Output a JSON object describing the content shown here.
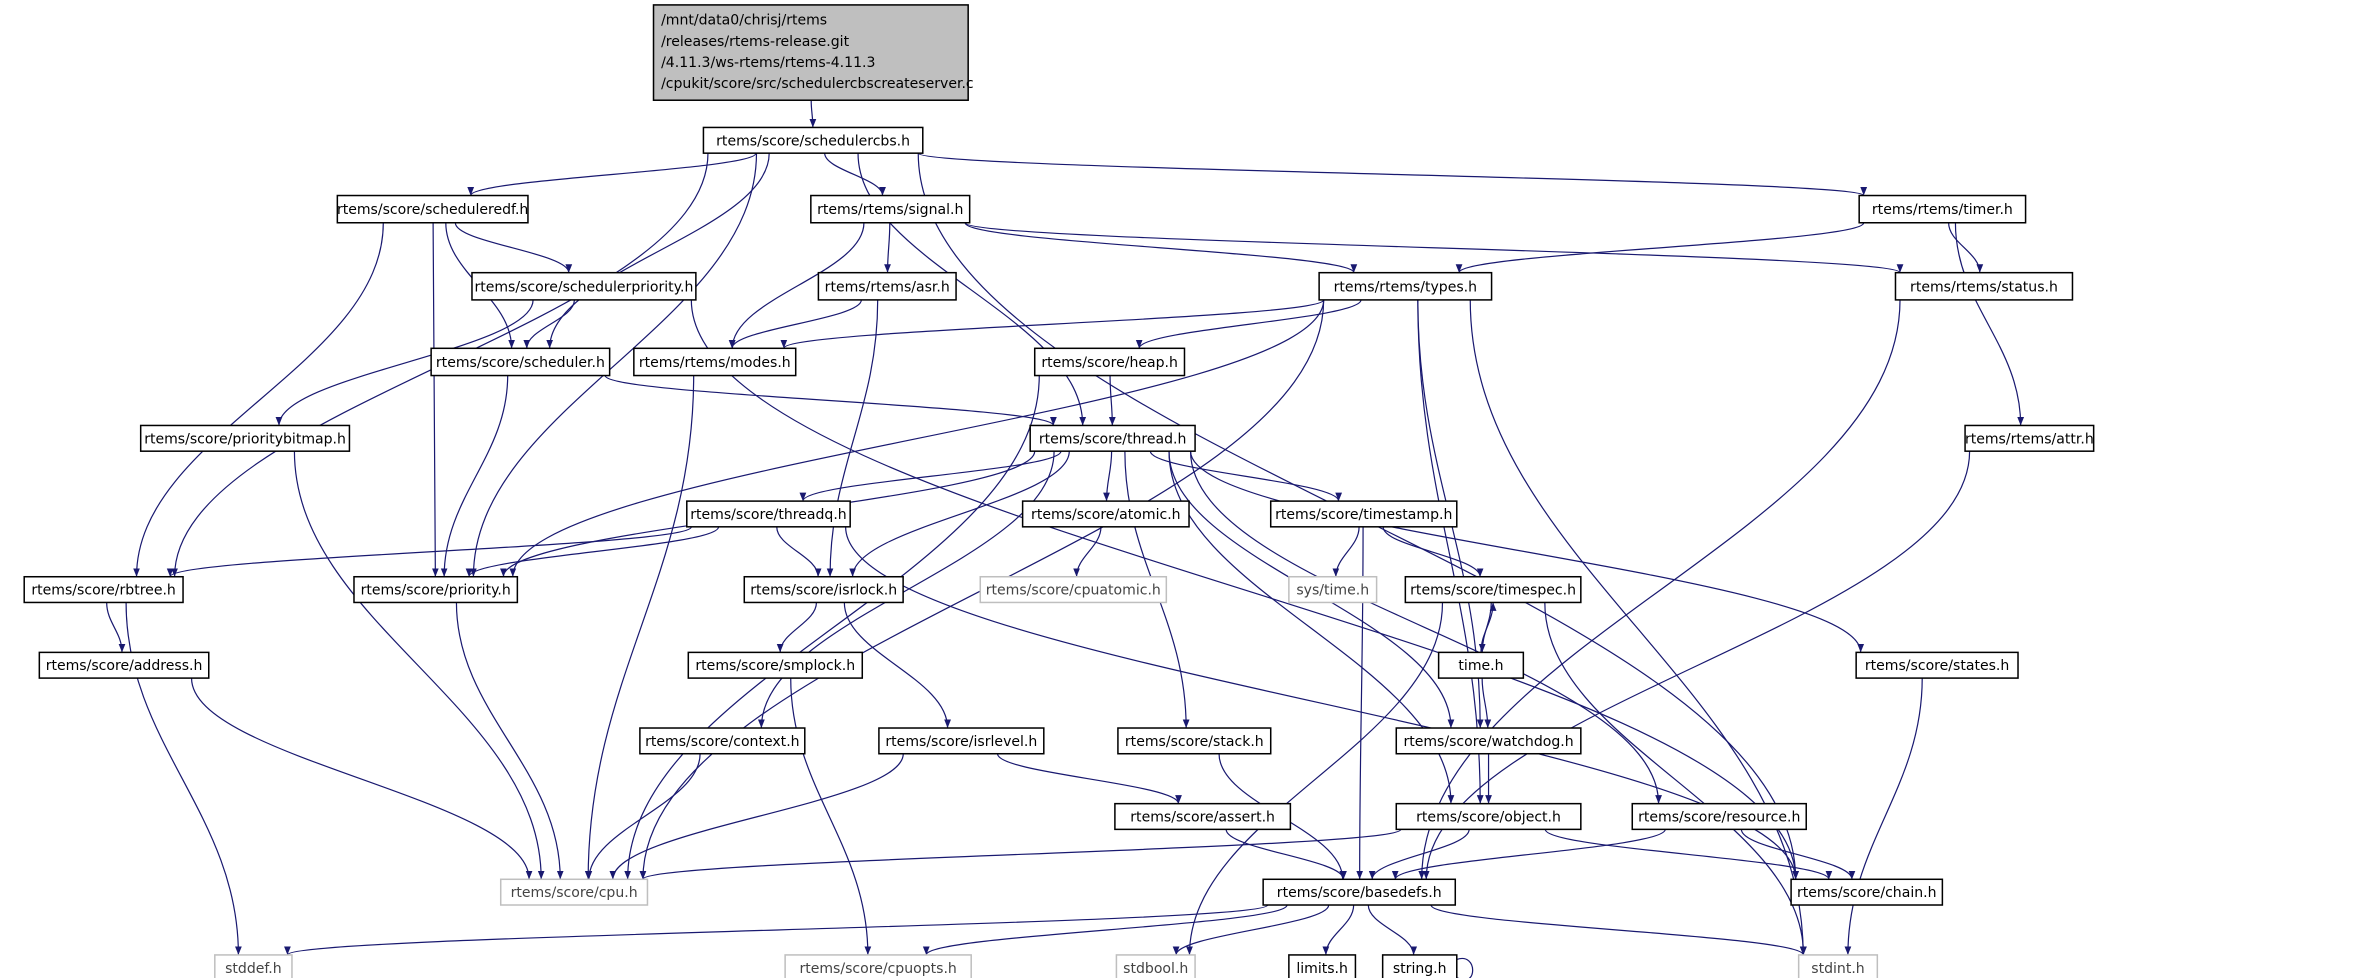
{
  "root": {
    "lines": [
      "/mnt/data0/chrisj/rtems",
      "/releases/rtems-release.git",
      "/4.11.3/ws-rtems/rtems-4.11.3",
      "/cpukit/score/src/schedulercbscreateserver.c"
    ]
  },
  "colors": {
    "edge": "#191970",
    "root_fill": "#bfbfbf",
    "external_border": "#bfbfbf",
    "node_border": "#000000"
  },
  "nodes": {
    "cbs": "rtems/score/schedulercbs.h",
    "edf": "rtems/score/scheduleredf.h",
    "signal": "rtems/rtems/signal.h",
    "timer": "rtems/rtems/timer.h",
    "spri": "rtems/score/schedulerpriority.h",
    "asr": "rtems/rtems/asr.h",
    "types": "rtems/rtems/types.h",
    "status": "rtems/rtems/status.h",
    "sched": "rtems/score/scheduler.h",
    "modes": "rtems/rtems/modes.h",
    "heap": "rtems/score/heap.h",
    "pbm": "rtems/score/prioritybitmap.h",
    "thread": "rtems/score/thread.h",
    "attr": "rtems/rtems/attr.h",
    "threadq": "rtems/score/threadq.h",
    "atomic": "rtems/score/atomic.h",
    "timestamp": "rtems/score/timestamp.h",
    "rbtree": "rtems/score/rbtree.h",
    "priority": "rtems/score/priority.h",
    "isrlock": "rtems/score/isrlock.h",
    "cpuatomic": "rtems/score/cpuatomic.h",
    "systime": "sys/time.h",
    "timespec": "rtems/score/timespec.h",
    "address": "rtems/score/address.h",
    "smplock": "rtems/score/smplock.h",
    "timeh": "time.h",
    "states": "rtems/score/states.h",
    "context": "rtems/score/context.h",
    "isrlevel": "rtems/score/isrlevel.h",
    "stack": "rtems/score/stack.h",
    "watchdog": "rtems/score/watchdog.h",
    "assert": "rtems/score/assert.h",
    "object": "rtems/score/object.h",
    "resource": "rtems/score/resource.h",
    "cpu": "rtems/score/cpu.h",
    "basedefs": "rtems/score/basedefs.h",
    "chain": "rtems/score/chain.h",
    "stddef": "stddef.h",
    "cpuopts": "rtems/score/cpuopts.h",
    "stdbool": "stdbool.h",
    "limits": "limits.h",
    "string": "string.h",
    "stdint": "stdint.h"
  },
  "external_nodes": [
    "cpuatomic",
    "systime",
    "cpu",
    "stddef",
    "cpuopts",
    "stdbool",
    "stdint"
  ],
  "edges": [
    [
      "root",
      "cbs"
    ],
    [
      "cbs",
      "edf"
    ],
    [
      "cbs",
      "signal"
    ],
    [
      "cbs",
      "timer"
    ],
    [
      "cbs",
      "sched"
    ],
    [
      "cbs",
      "thread"
    ],
    [
      "cbs",
      "rbtree"
    ],
    [
      "cbs",
      "priority"
    ],
    [
      "cbs",
      "chain"
    ],
    [
      "edf",
      "spri"
    ],
    [
      "edf",
      "sched"
    ],
    [
      "edf",
      "priority"
    ],
    [
      "edf",
      "rbtree"
    ],
    [
      "signal",
      "asr"
    ],
    [
      "signal",
      "modes"
    ],
    [
      "signal",
      "types"
    ],
    [
      "signal",
      "status"
    ],
    [
      "timer",
      "types"
    ],
    [
      "timer",
      "status"
    ],
    [
      "timer",
      "attr"
    ],
    [
      "spri",
      "sched"
    ],
    [
      "spri",
      "pbm"
    ],
    [
      "spri",
      "chain"
    ],
    [
      "asr",
      "modes"
    ],
    [
      "asr",
      "isrlock"
    ],
    [
      "types",
      "modes"
    ],
    [
      "types",
      "heap"
    ],
    [
      "types",
      "priority"
    ],
    [
      "types",
      "cpu"
    ],
    [
      "types",
      "watchdog"
    ],
    [
      "types",
      "object"
    ],
    [
      "types",
      "stdint"
    ],
    [
      "status",
      "basedefs"
    ],
    [
      "sched",
      "thread"
    ],
    [
      "sched",
      "priority"
    ],
    [
      "modes",
      "cpu"
    ],
    [
      "heap",
      "thread"
    ],
    [
      "heap",
      "cpu"
    ],
    [
      "pbm",
      "cpu"
    ],
    [
      "thread",
      "threadq"
    ],
    [
      "thread",
      "isrlock"
    ],
    [
      "thread",
      "atomic"
    ],
    [
      "thread",
      "timestamp"
    ],
    [
      "thread",
      "priority"
    ],
    [
      "thread",
      "context"
    ],
    [
      "thread",
      "stack"
    ],
    [
      "thread",
      "object"
    ],
    [
      "thread",
      "watchdog"
    ],
    [
      "thread",
      "resource"
    ],
    [
      "thread",
      "states"
    ],
    [
      "attr",
      "basedefs"
    ],
    [
      "threadq",
      "rbtree"
    ],
    [
      "threadq",
      "priority"
    ],
    [
      "threadq",
      "isrlock"
    ],
    [
      "threadq",
      "chain"
    ],
    [
      "atomic",
      "cpuatomic"
    ],
    [
      "timestamp",
      "systime"
    ],
    [
      "timestamp",
      "timespec"
    ],
    [
      "timestamp",
      "basedefs"
    ],
    [
      "rbtree",
      "address"
    ],
    [
      "rbtree",
      "stddef"
    ],
    [
      "priority",
      "cpu"
    ],
    [
      "isrlock",
      "smplock"
    ],
    [
      "isrlock",
      "isrlevel"
    ],
    [
      "timespec",
      "timeh"
    ],
    [
      "timespec",
      "stdbool"
    ],
    [
      "timespec",
      "stdint"
    ],
    [
      "timeh",
      "timespec"
    ],
    [
      "timeh",
      "watchdog"
    ],
    [
      "address",
      "cpu"
    ],
    [
      "smplock",
      "cpuopts"
    ],
    [
      "states",
      "stdint"
    ],
    [
      "context",
      "cpu"
    ],
    [
      "isrlevel",
      "cpu"
    ],
    [
      "isrlevel",
      "assert"
    ],
    [
      "stack",
      "basedefs"
    ],
    [
      "watchdog",
      "object"
    ],
    [
      "assert",
      "basedefs"
    ],
    [
      "object",
      "cpu"
    ],
    [
      "object",
      "basedefs"
    ],
    [
      "object",
      "chain"
    ],
    [
      "resource",
      "basedefs"
    ],
    [
      "resource",
      "chain"
    ],
    [
      "basedefs",
      "stddef"
    ],
    [
      "basedefs",
      "cpuopts"
    ],
    [
      "basedefs",
      "stdbool"
    ],
    [
      "basedefs",
      "limits"
    ],
    [
      "basedefs",
      "string"
    ],
    [
      "basedefs",
      "stdint"
    ],
    [
      "string",
      "string"
    ]
  ]
}
